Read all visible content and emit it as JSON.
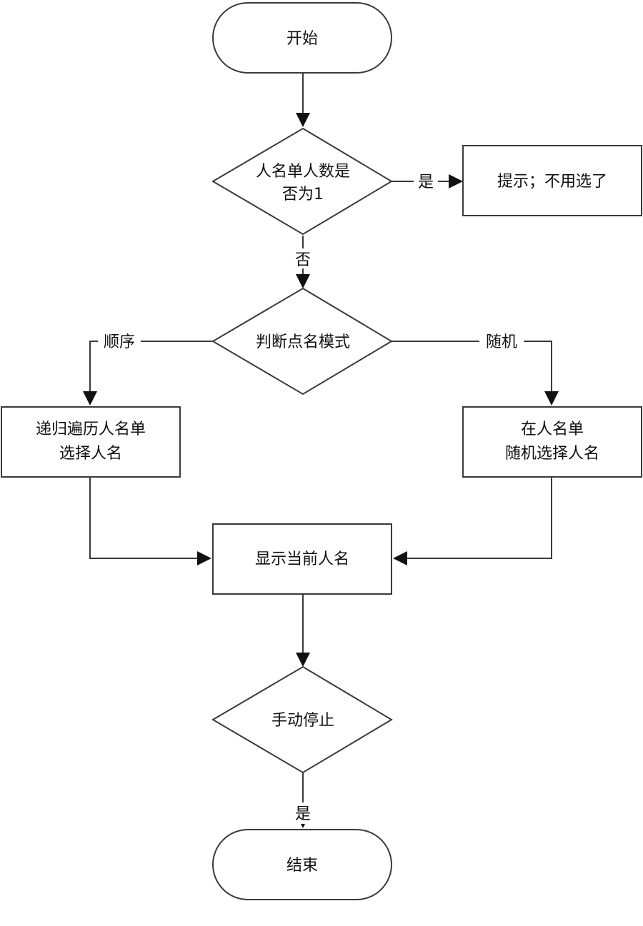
{
  "nodes": {
    "start": {
      "lines": [
        "开始"
      ]
    },
    "check_count": {
      "lines": [
        "人名单人数是",
        "否为1"
      ]
    },
    "tip": {
      "lines": [
        "提示；不用选了"
      ]
    },
    "judge_mode": {
      "lines": [
        "判断点名模式"
      ]
    },
    "sequential": {
      "lines": [
        "递归遍历人名单",
        "选择人名"
      ]
    },
    "random": {
      "lines": [
        "在人名单",
        "随机选择人名"
      ]
    },
    "show": {
      "lines": [
        "显示当前人名"
      ]
    },
    "manual_stop": {
      "lines": [
        "手动停止"
      ]
    },
    "end": {
      "lines": [
        "结束"
      ]
    }
  },
  "edges": {
    "yes_tip": "是",
    "no_judge": "否",
    "seq": "顺序",
    "rand": "随机",
    "yes_end": "是"
  }
}
